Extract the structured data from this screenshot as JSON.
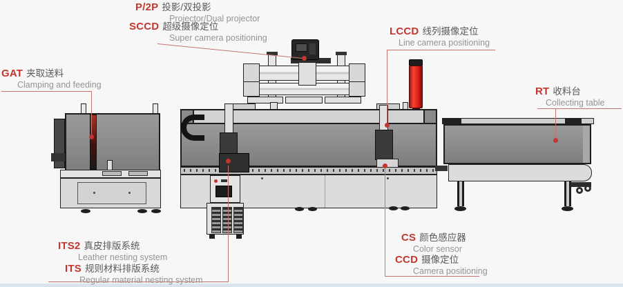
{
  "colors": {
    "background": "#f7f7f7",
    "accent_red": "#c2362f",
    "leader_line": "#c4736d",
    "bed_gray": "#8b8b8b",
    "body_gray": "#dcdcdc",
    "cylinder_red": "#e32119",
    "footer_strip": "#d9e4ee"
  },
  "labels": {
    "p2p": {
      "code": "P/2P",
      "cn": "投影/双投影",
      "en": "Projector/Dual projector"
    },
    "sccd": {
      "code": "SCCD",
      "cn": "超级摄像定位",
      "en": "Super camera positioning"
    },
    "lccd": {
      "code": "LCCD",
      "cn": "线列摄像定位",
      "en": "Line camera positioning"
    },
    "gat": {
      "code": "GAT",
      "cn": "夹取送料",
      "en": "Clamping and feeding"
    },
    "rt": {
      "code": "RT",
      "cn": "收料台",
      "en": "Collecting table"
    },
    "its2": {
      "code": "ITS2",
      "cn": "真皮排版系统",
      "en": "Leather nesting system"
    },
    "its": {
      "code": "ITS",
      "cn": "规则材料排版系统",
      "en": "Regular material nesting system"
    },
    "cs": {
      "code": "CS",
      "cn": "颜色感应器",
      "en": "Color sensor"
    },
    "ccd": {
      "code": "CCD",
      "cn": "摄像定位",
      "en": "Camera positioning"
    }
  }
}
